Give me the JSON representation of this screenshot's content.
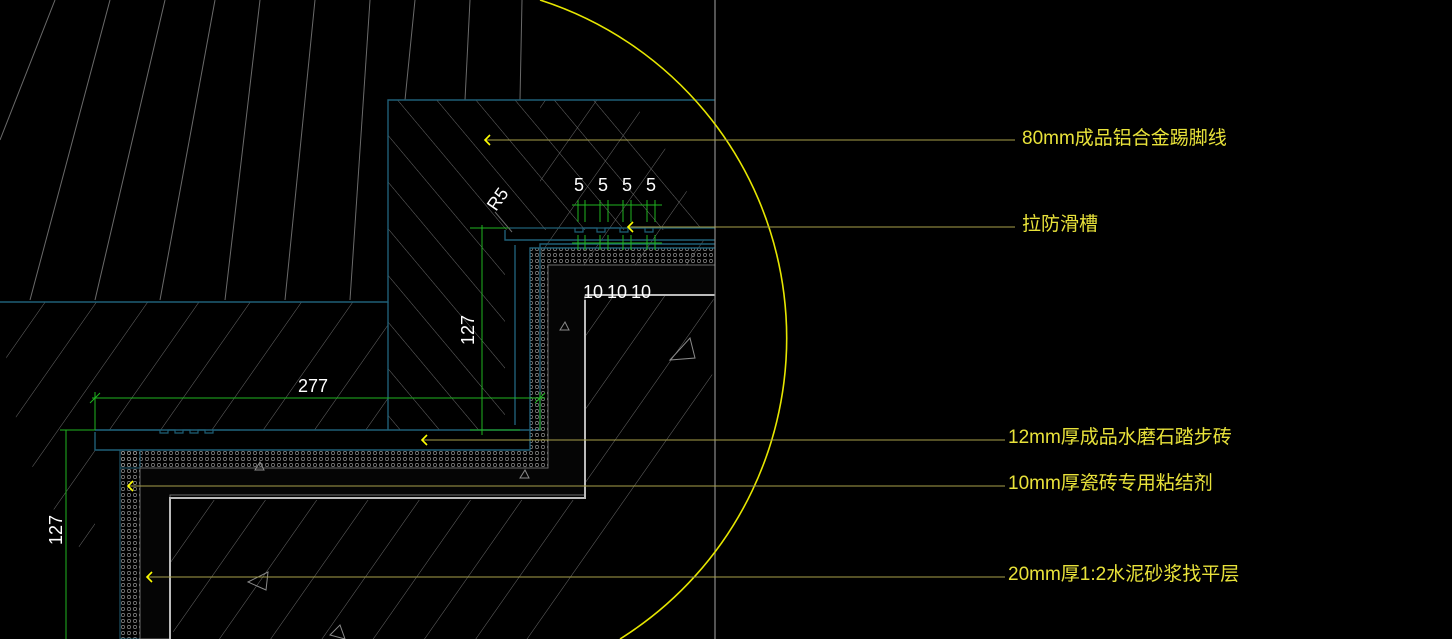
{
  "annotations": [
    {
      "text": "80mm成品铝合金踢脚线"
    },
    {
      "text": "拉防滑槽"
    },
    {
      "text": "12mm厚成品水磨石踏步砖"
    },
    {
      "text": "10mm厚瓷砖专用粘结剂"
    },
    {
      "text": "20mm厚1:2水泥砂浆找平层"
    }
  ],
  "dimensions": {
    "groove_spacing": [
      "5",
      "5",
      "5",
      "5"
    ],
    "layer_spacing": [
      "10",
      "10",
      "10"
    ],
    "tread": "277",
    "riser_upper": "127",
    "riser_lower": "127",
    "radius": "R5"
  },
  "colors": {
    "background": "#000000",
    "outline": "#1f5f77",
    "hatch": "#6e6e6e",
    "dimension": "#1fb41f",
    "leader": "#a8a04a",
    "arrow": "#ffff00",
    "label": "#e8e23a",
    "arc": "#e6e600"
  }
}
